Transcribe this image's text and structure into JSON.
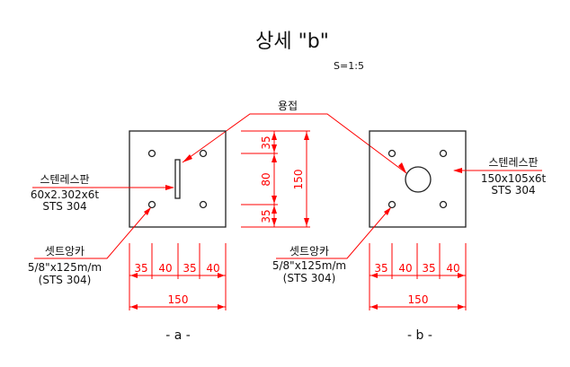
{
  "title": "상세 \"b\"",
  "scale": "S=1:5",
  "weld_label": "용접",
  "detail_a": {
    "caption": "- a -",
    "plate_label": "스텐레스판",
    "plate_spec": "60x2.302x6t",
    "plate_material": "STS 304",
    "anchor_label": "셋트앙카",
    "anchor_spec": "5/8\"x125m/m",
    "anchor_material": "(STS 304)",
    "vertical_dims": [
      "35",
      "80",
      "35"
    ],
    "vertical_total": "150",
    "horizontal_dims": [
      "35",
      "40",
      "35",
      "40"
    ],
    "horizontal_total": "150"
  },
  "detail_b": {
    "caption": "- b -",
    "plate_label": "스텐레스판",
    "plate_spec": "150x105x6t",
    "plate_material": "STS 304",
    "anchor_label": "셋트앙카",
    "anchor_spec": "5/8\"x125m/m",
    "anchor_material": "(STS 304)",
    "horizontal_dims": [
      "35",
      "40",
      "35",
      "40"
    ],
    "horizontal_total": "150"
  }
}
